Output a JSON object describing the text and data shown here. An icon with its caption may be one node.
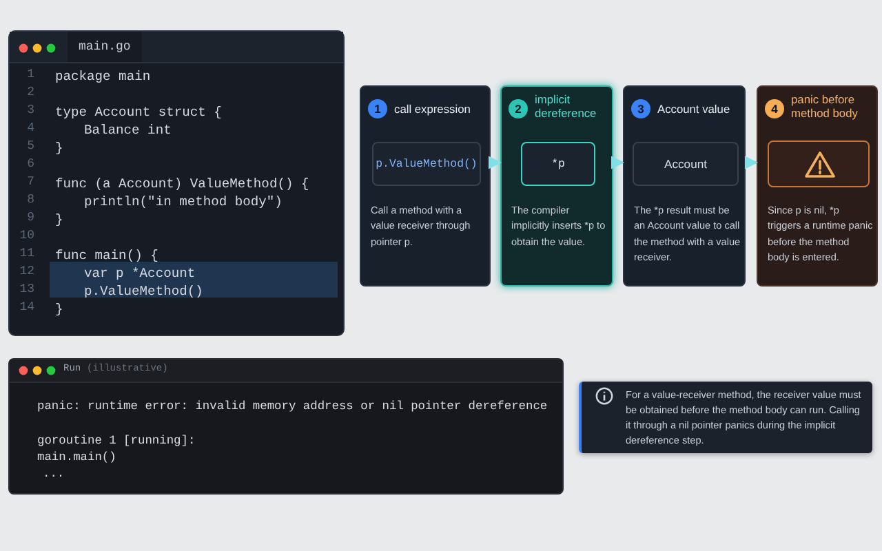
{
  "diagram": {
    "nodes": [
      {
        "text": [
          "main.go",
          "1 2 3 4 5 6 7 8 9 10 11 12 13 14",
          "package main",
          "type Account struct {",
          "Balance int",
          "}",
          "func (a Account) ValueMethod() {",
          "println(\"in method body\")",
          "}",
          "func main() {",
          "var p *Account",
          "p.ValueMethod()",
          "}"
        ]
      },
      {
        "text": [
          "1",
          "call expression",
          "Call a method with a value receiver through pointer p."
        ]
      },
      {
        "text": [
          "p.ValueMethod()"
        ],
        "in": 1
      },
      {
        "text": [
          "2",
          "implicit dereference",
          "The compiler implicitly inserts *p to obtain the value."
        ]
      },
      {
        "text": [
          "*p"
        ],
        "in": 3
      },
      {
        "text": [
          "3",
          "Account value",
          "The *p result must be an Account value to call the method with a value receiver."
        ]
      },
      {
        "text": [
          "Account"
        ],
        "in": 5
      },
      {
        "text": [
          "4",
          "panic before method body",
          "Since p is nil, *p triggers a runtime panic before the method body is entered."
        ]
      },
      {
        "text": [],
        "shape": "box",
        "in": 7
      },
      {
        "text": [
          "Run",
          "(illustrative)",
          "panic: runtime error: invalid memory address or nil pointer dereference",
          "goroutine 1 [running]:",
          "main.main()",
          "..."
        ]
      },
      {
        "text": [
          "For a value-receiver method, the receiver value must be obtained before the method body can run. Calling it through a nil pointer panics during the implicit dereference step."
        ]
      }
    ],
    "edges": [
      {
        "from": 1,
        "to": 3,
        "arrow": "to"
      },
      {
        "from": 3,
        "to": 5,
        "arrow": "to"
      },
      {
        "from": 5,
        "to": 7,
        "arrow": "to"
      }
    ]
  }
}
